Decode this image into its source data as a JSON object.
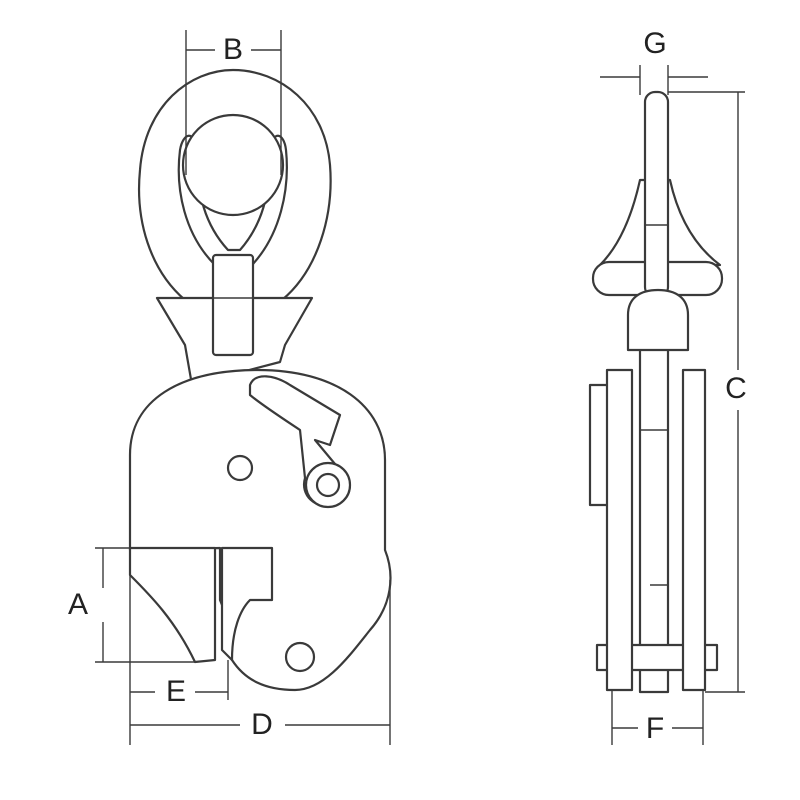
{
  "dimension_labels": {
    "A": "A",
    "B": "B",
    "C": "C",
    "D": "D",
    "E": "E",
    "F": "F",
    "G": "G"
  },
  "colors": {
    "line": "#3a3a3a",
    "background": "#ffffff"
  }
}
